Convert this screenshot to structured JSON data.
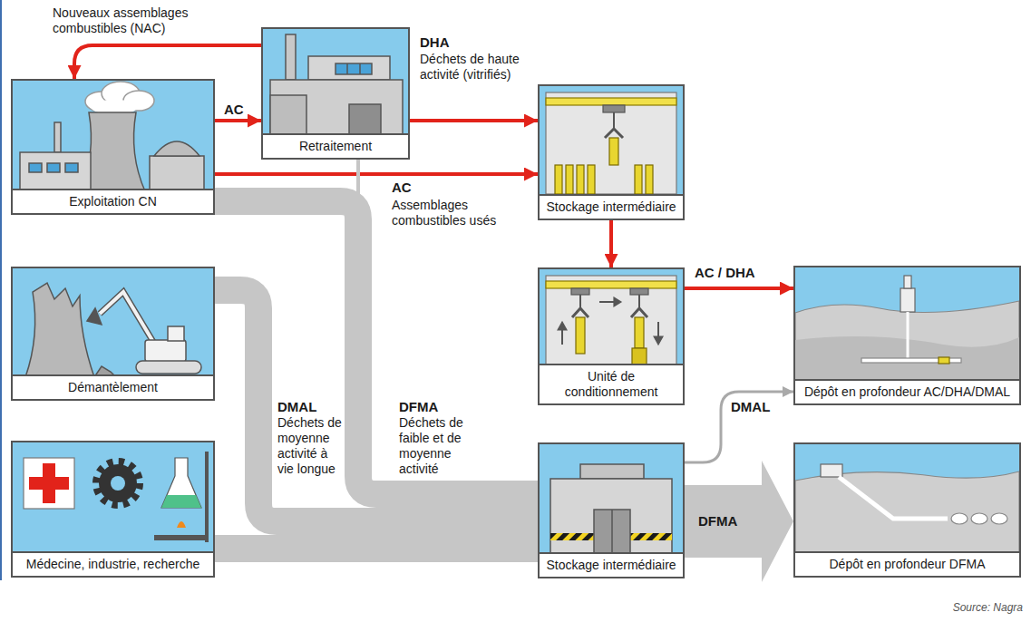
{
  "diagram": {
    "nodes": [
      {
        "text": [
          "Exploitation CN"
        ]
      },
      {
        "text": [
          "Retraitement"
        ]
      },
      {
        "text": [
          "Stockage intermédiaire"
        ]
      },
      {
        "text": [
          "Démantèlement"
        ]
      },
      {
        "text": [
          "Unité de conditionnement"
        ]
      },
      {
        "text": [
          "Dépôt en profondeur AC/DHA/DMAL"
        ]
      },
      {
        "text": [
          "Médecine, industrie, recherche"
        ]
      },
      {
        "text": [
          "Stockage intermédiaire"
        ]
      },
      {
        "text": [
          "Dépôt en profondeur DFMA"
        ]
      }
    ],
    "edges": [
      {
        "from": 1,
        "to": 0,
        "label": "Nouveaux assemblages combustibles (NAC)",
        "arrow": "to"
      },
      {
        "from": 0,
        "to": 1,
        "label": "AC",
        "arrow": "to"
      },
      {
        "from": 1,
        "to": 2,
        "label": "DHA",
        "arrow": "to"
      },
      {
        "from": 0,
        "to": 2,
        "label": "AC",
        "arrow": "to"
      },
      {
        "from": 2,
        "to": 4,
        "arrow": "to"
      },
      {
        "from": 4,
        "to": 5,
        "label": "AC / DHA",
        "arrow": "to"
      },
      {
        "from": 7,
        "to": 5,
        "label": "DMAL",
        "arrow": "to"
      },
      {
        "from": 7,
        "to": 8,
        "label": "DFMA",
        "arrow": "to"
      },
      {
        "from": 0,
        "to": 7,
        "arrow": "none"
      },
      {
        "from": 1,
        "to": 7,
        "arrow": "none"
      },
      {
        "from": 3,
        "to": 7,
        "arrow": "none"
      },
      {
        "from": 6,
        "to": 7,
        "arrow": "none"
      }
    ],
    "labels": [
      "Déchets de haute activité (vitrifiés)",
      "Assemblages combustibles usés",
      "DMAL",
      "Déchets de moyenne activité à vie longue",
      "DFMA",
      "Déchets de faible et de moyenne activité",
      "Source: Nagra"
    ]
  }
}
